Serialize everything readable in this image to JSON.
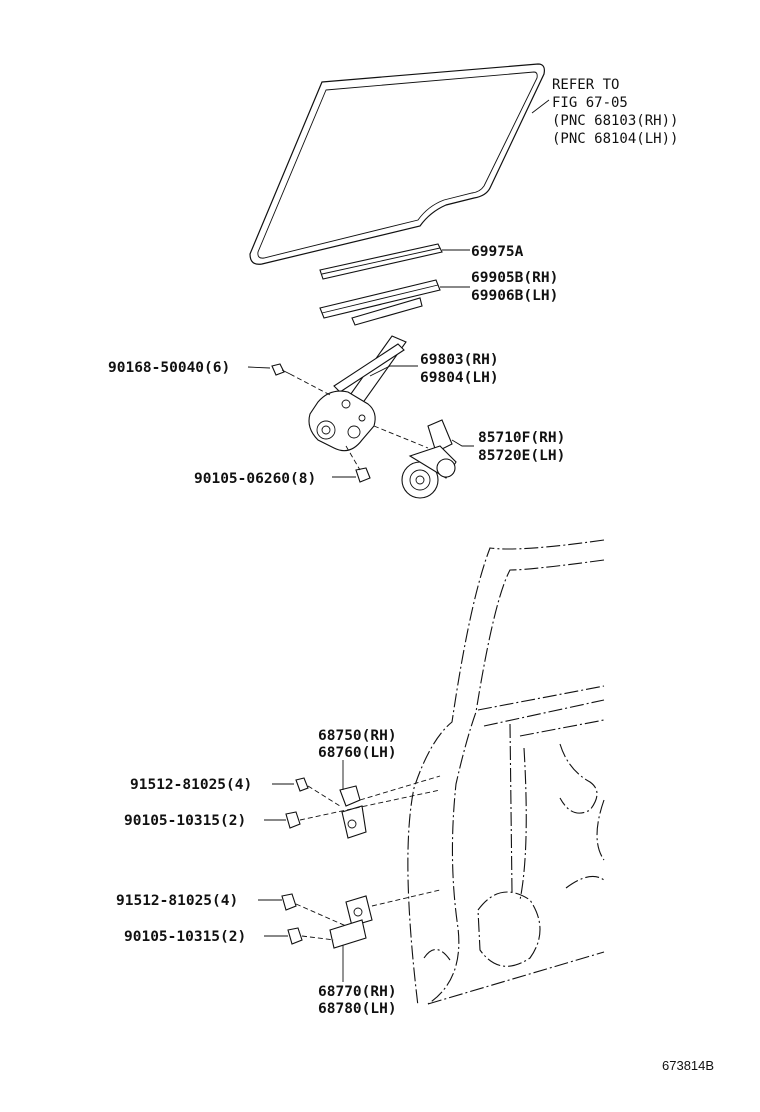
{
  "reference": {
    "line1": "REFER TO",
    "line2": "FIG 67-05",
    "line3": "(PNC 68103(RH))",
    "line4": "(PNC 68104(LH))"
  },
  "labels": {
    "run_channel": "69975A",
    "channel_rh": "69905B(RH)",
    "channel_lh": "69906B(LH)",
    "bolt_regulator": "90168-50040(6)",
    "regulator_rh": "69803(RH)",
    "regulator_lh": "69804(LH)",
    "motor_rh": "85710F(RH)",
    "motor_lh": "85720E(LH)",
    "bolt_motor": "90105-06260(8)",
    "hinge_upper_rh": "68750(RH)",
    "hinge_upper_lh": "68760(LH)",
    "bolt_hinge_1": "91512-81025(4)",
    "bolt_hinge_2": "90105-10315(2)",
    "bolt_hinge_3": "91512-81025(4)",
    "bolt_hinge_4": "90105-10315(2)",
    "hinge_lower_rh": "68770(RH)",
    "hinge_lower_lh": "68780(LH)"
  },
  "figure_code": "673814B"
}
